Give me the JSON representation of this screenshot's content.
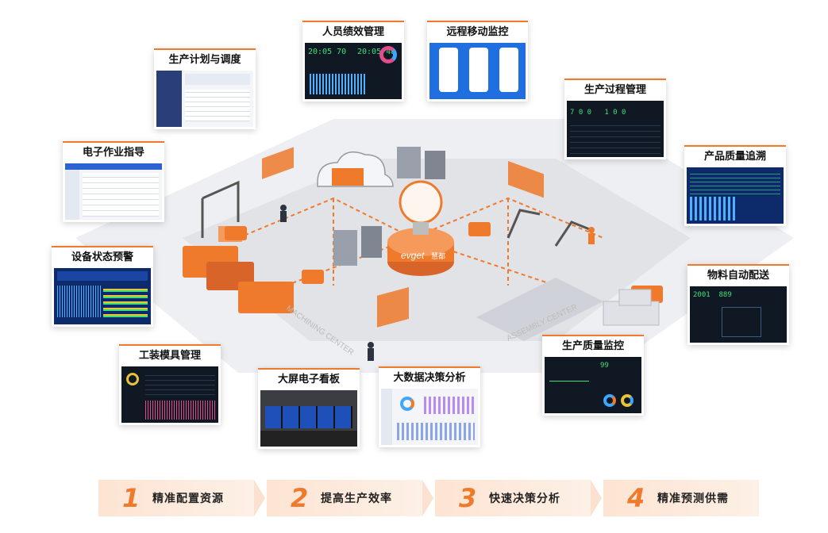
{
  "colors": {
    "accent": "#f07a2c",
    "floor": "#e9eaee",
    "dark_screen": "#101824"
  },
  "modules": [
    {
      "id": "personnel",
      "title": "人员绩效管理",
      "style": "dark"
    },
    {
      "id": "remote",
      "title": "远程移动监控",
      "style": "blue"
    },
    {
      "id": "plan",
      "title": "生产计划与调度",
      "style": "navy"
    },
    {
      "id": "process",
      "title": "生产过程管理",
      "style": "dark"
    },
    {
      "id": "guide",
      "title": "电子作业指导",
      "style": "lite"
    },
    {
      "id": "quality_trace",
      "title": "产品质量追溯",
      "style": "navy"
    },
    {
      "id": "equipment",
      "title": "设备状态预警",
      "style": "navy"
    },
    {
      "id": "material",
      "title": "物料自动配送",
      "style": "dark"
    },
    {
      "id": "tooling",
      "title": "工装模具管理",
      "style": "dark"
    },
    {
      "id": "bigscreen",
      "title": "大屏电子看板",
      "style": "photo"
    },
    {
      "id": "bigdata",
      "title": "大数据决策分析",
      "style": "lite"
    },
    {
      "id": "quality_monitor",
      "title": "生产质量监控",
      "style": "dark"
    }
  ],
  "hub": {
    "logo_text": "evget",
    "logo_cn": "慧都",
    "icon": "lightbulb-brain-icon"
  },
  "floor_labels": {
    "left": "MACHINING CENTER",
    "right": "ASSEMBLY CENTER"
  },
  "steps": [
    {
      "num": "1",
      "label": "精准配置资源"
    },
    {
      "num": "2",
      "label": "提高生产效率"
    },
    {
      "num": "3",
      "label": "快速决策分析"
    },
    {
      "num": "4",
      "label": "精准预测供需"
    }
  ]
}
